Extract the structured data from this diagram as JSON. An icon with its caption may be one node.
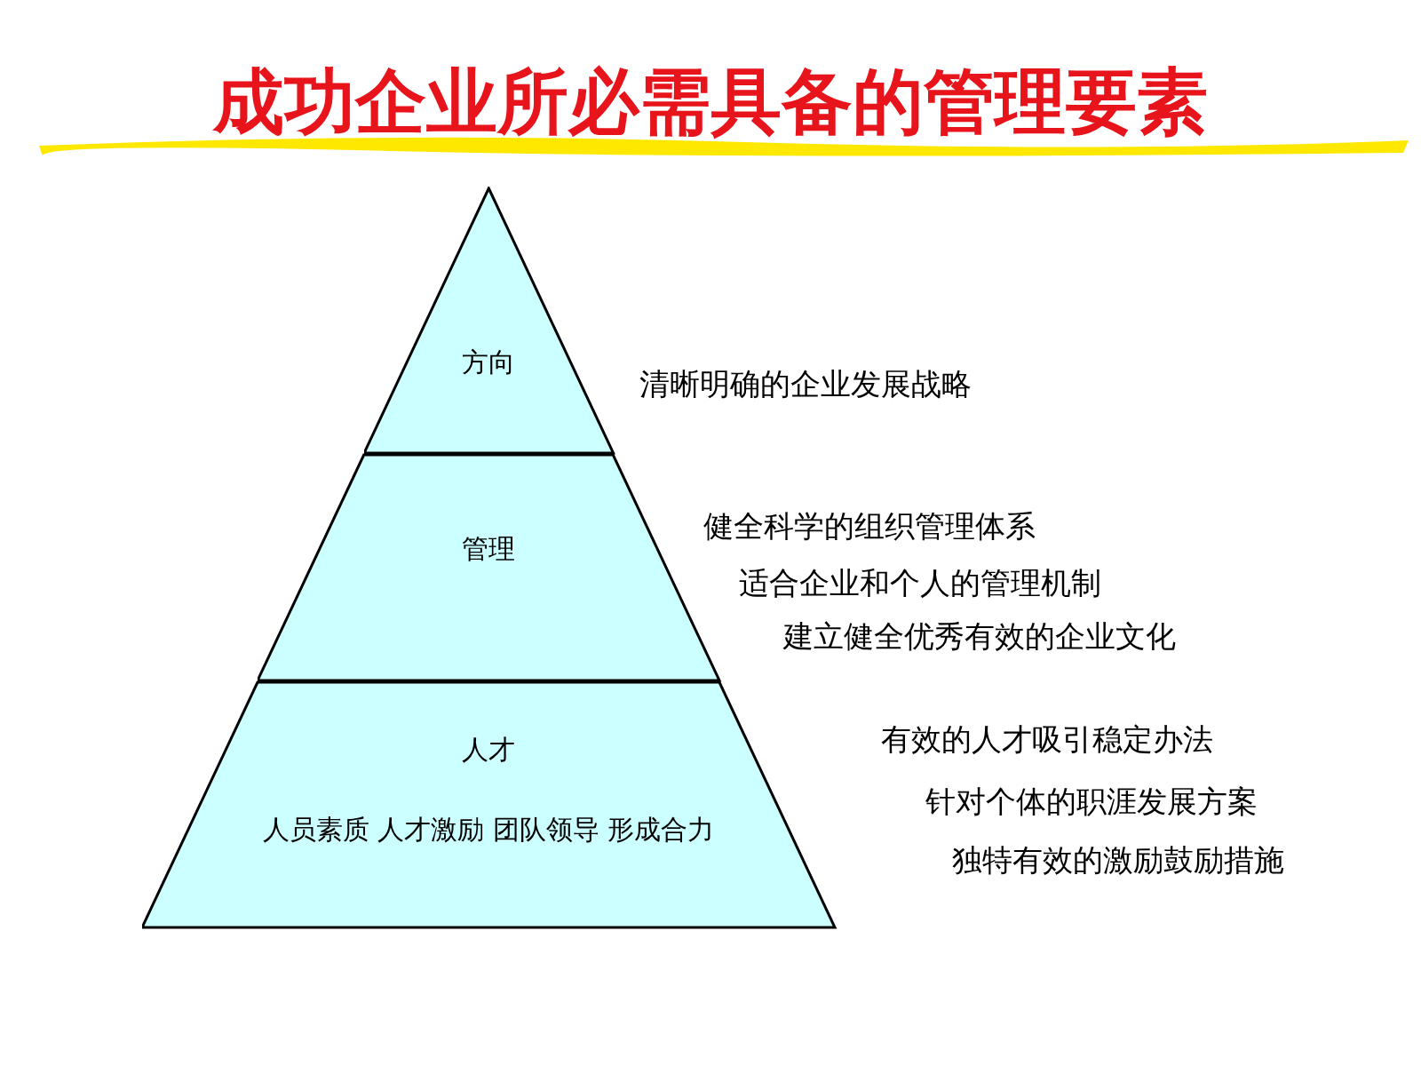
{
  "diagram": {
    "title": "成功企业所必需具备的管理要素",
    "nodes": [
      {
        "text": [
          "方向"
        ],
        "beside": [
          "清晰明确的企业发展战略"
        ]
      },
      {
        "text": [
          "管理"
        ],
        "beside": [
          "健全科学的组织管理体系",
          "适合企业和个人的管理机制",
          "建立健全优秀有效的企业文化"
        ]
      },
      {
        "text": [
          "人才",
          "人员素质 人才激励 团队领导 形成合力"
        ],
        "beside": [
          "有效的人才吸引稳定办法",
          "针对个体的职涯发展方案",
          "独特有效的激励鼓励措施"
        ]
      }
    ],
    "edges": []
  }
}
